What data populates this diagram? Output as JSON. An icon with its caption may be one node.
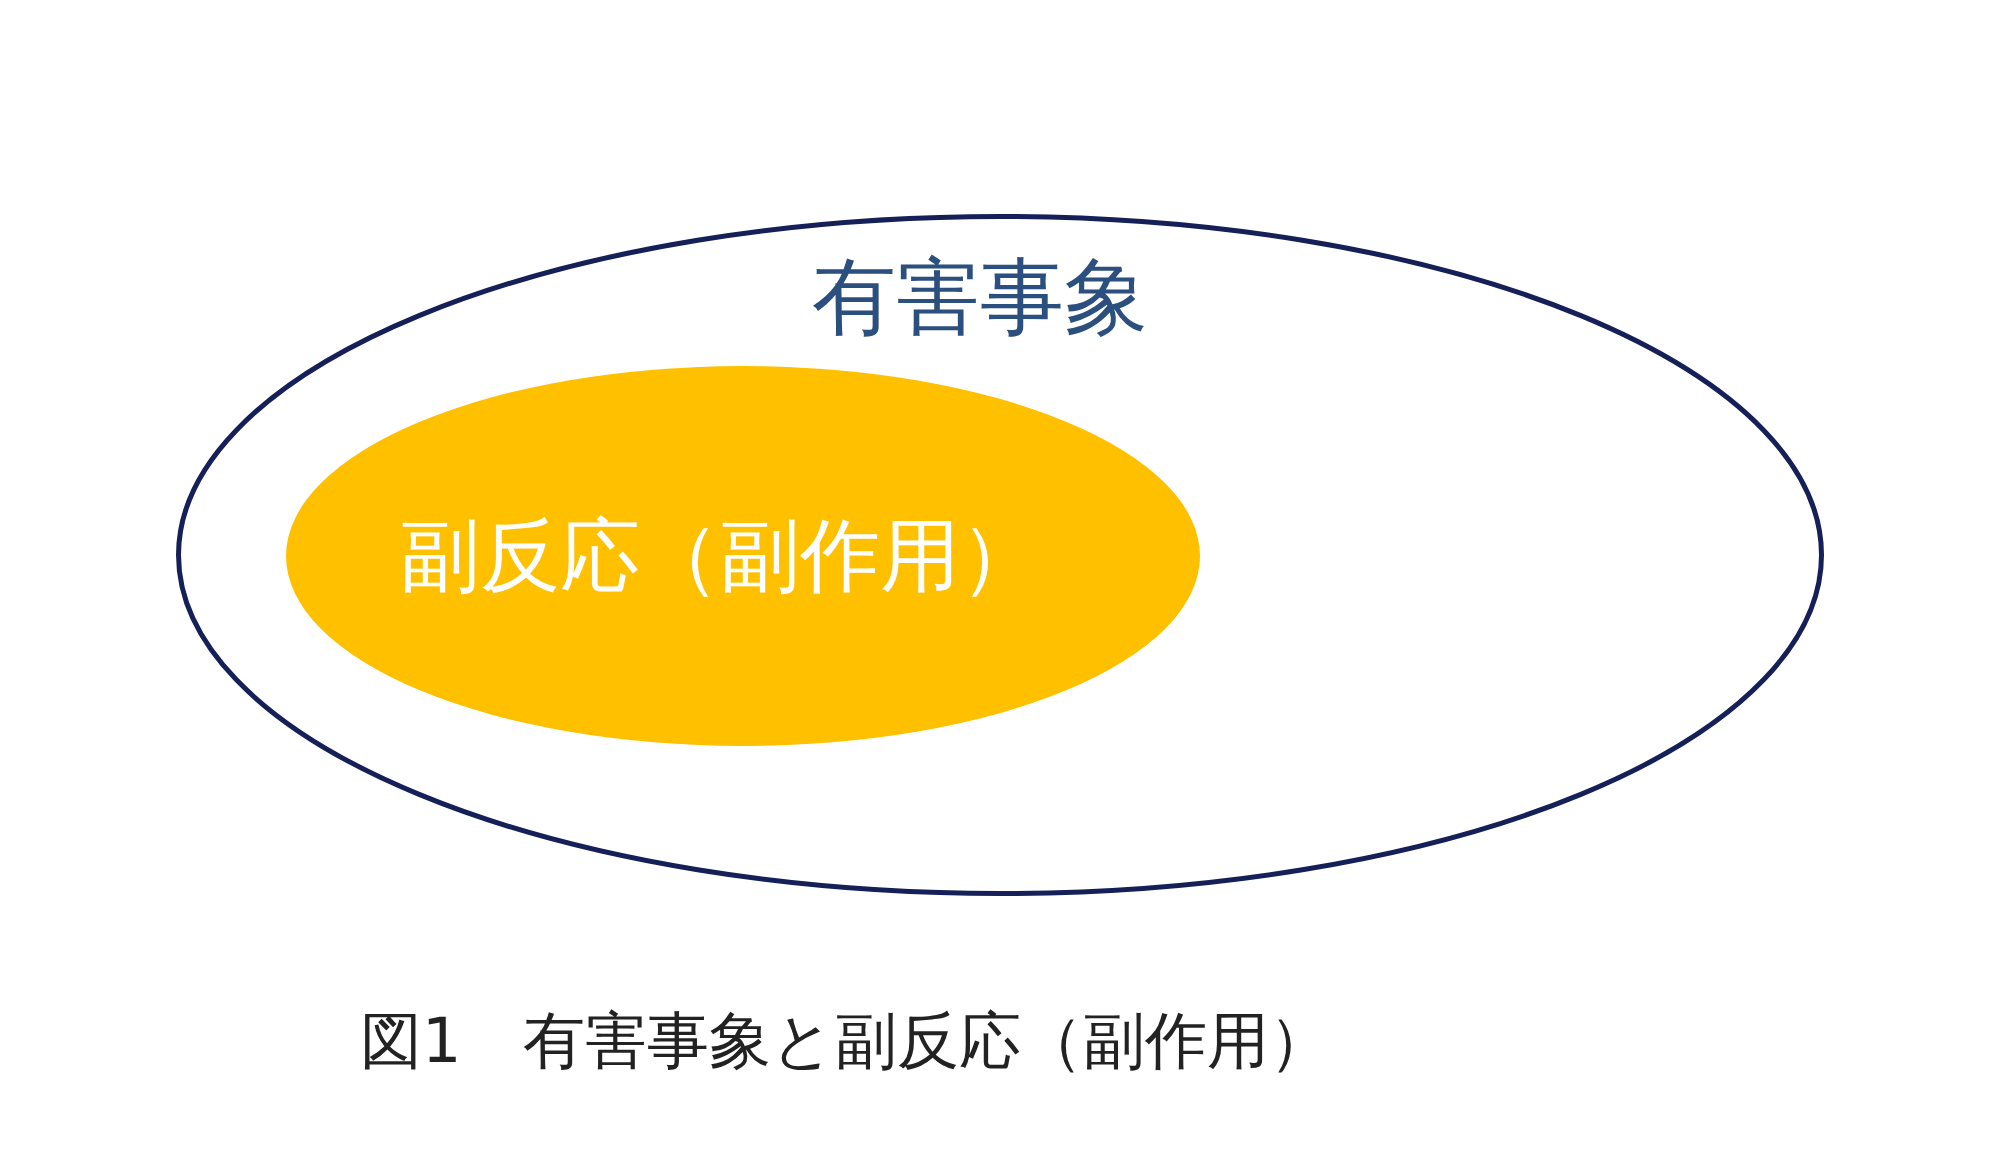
{
  "diagram": {
    "caption": "図1　有害事象と副反応（副作用）",
    "nodes": [
      {
        "text": [
          "有害事象"
        ]
      },
      {
        "text": [
          "副反応（副作用）"
        ],
        "in": 0
      }
    ]
  }
}
